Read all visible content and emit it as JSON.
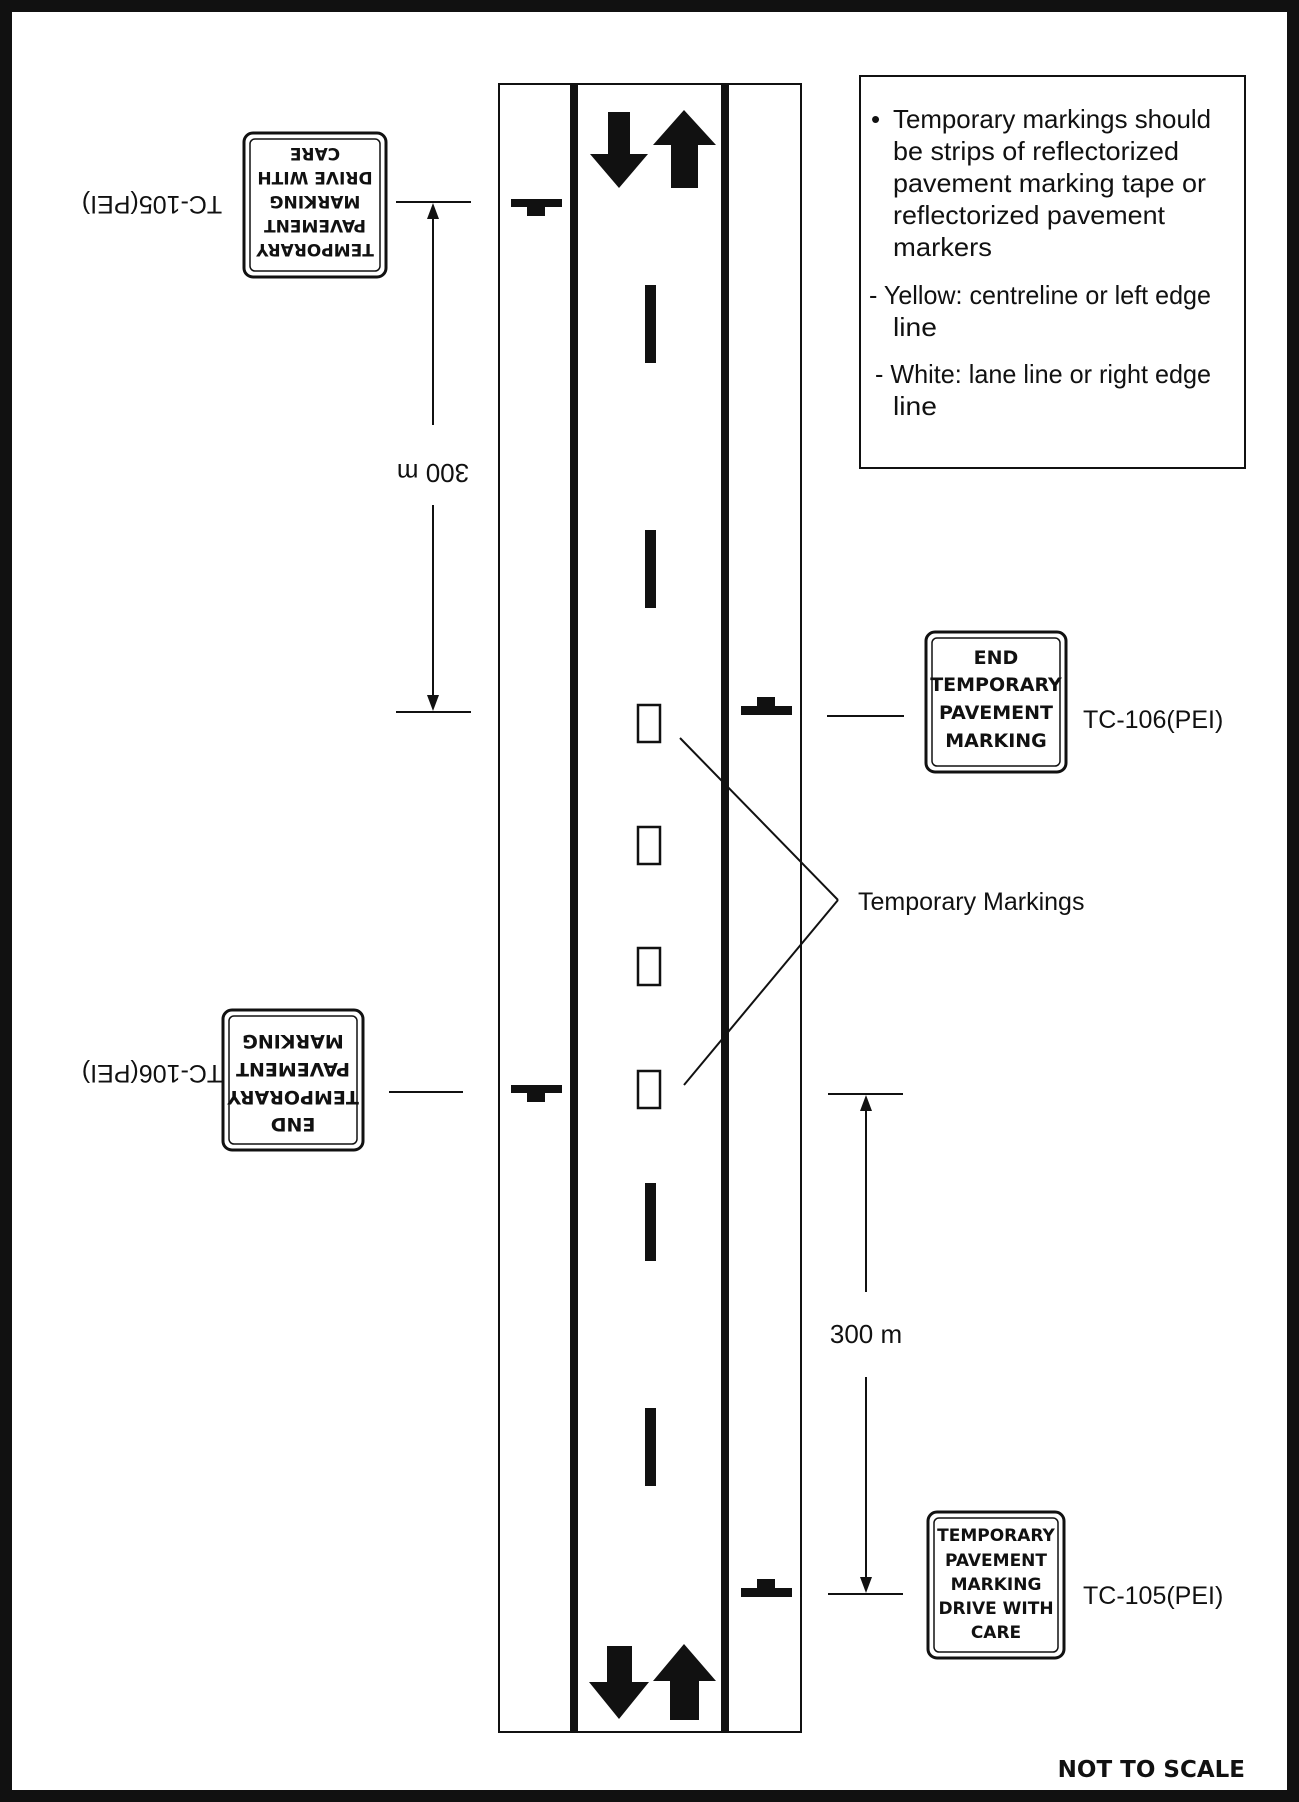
{
  "notes": {
    "bullet": "•",
    "main_lines": [
      "Temporary markings should",
      "be strips of reflectorized",
      "pavement marking tape or",
      "reflectorized pavement",
      "markers"
    ],
    "yellow_lines": [
      "- Yellow: centreline or left edge",
      "line"
    ],
    "white_lines": [
      "- White: lane line or right edge",
      "line"
    ]
  },
  "signs": {
    "end_temporary": [
      "END",
      "TEMPORARY",
      "PAVEMENT",
      "MARKING"
    ],
    "temporary_drive_care": [
      "TEMPORARY",
      "PAVEMENT",
      "MARKING",
      "DRIVE WITH",
      "CARE"
    ]
  },
  "sign_codes": {
    "tc106": "TC-106(PEI)",
    "tc105": "TC-105(PEI)"
  },
  "distance_label": "300 m",
  "temporary_markings_label": "Temporary Markings",
  "footer": "NOT TO SCALE",
  "colors": {
    "ink": "#111111",
    "background": "#ffffff"
  }
}
